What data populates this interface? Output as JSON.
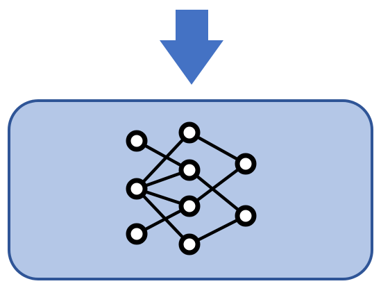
{
  "colors": {
    "background": "#ffffff",
    "arrow": "#4472c4",
    "box_fill": "#b4c7e7",
    "box_stroke": "#2f5597",
    "icon": "#000000",
    "node_fill": "#ffffff"
  },
  "icon": {
    "name": "neural-network-icon",
    "layers": [
      3,
      4,
      2
    ]
  }
}
